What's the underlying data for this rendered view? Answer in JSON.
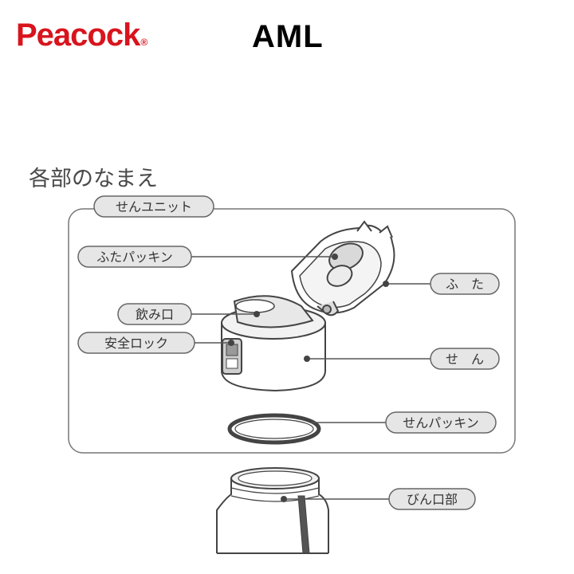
{
  "header": {
    "brand": "Peacock",
    "brand_mark": "®",
    "model": "AML"
  },
  "section_title": "各部のなまえ",
  "labels": {
    "unit": "せんユニット",
    "lid_packing": "ふたパッキン",
    "spout": "飲み口",
    "safety_lock": "安全ロック",
    "lid": "ふ　た",
    "stopper": "せ　ん",
    "stopper_packing": "せんパッキン",
    "bottle_mouth": "びん口部"
  },
  "colors": {
    "brand_red": "#d8141d",
    "pill_fill": "#e6e6e6",
    "line": "#555555"
  }
}
